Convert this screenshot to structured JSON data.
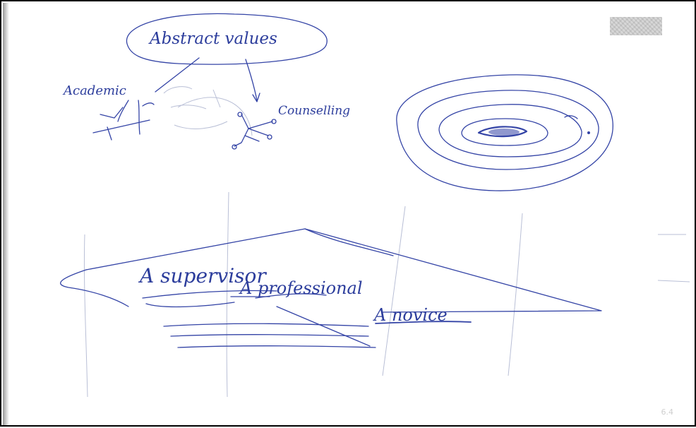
{
  "page": {
    "ink_color": "#3444a6",
    "border_color": "#000000",
    "background": "#ffffff"
  },
  "labels": {
    "abstract_values": "Abstract values",
    "academic": "Academic",
    "counselling": "Counselling",
    "supervisor": "A supervisor",
    "professional": "A professional",
    "novice": "A novice"
  },
  "page_number": "6.4"
}
